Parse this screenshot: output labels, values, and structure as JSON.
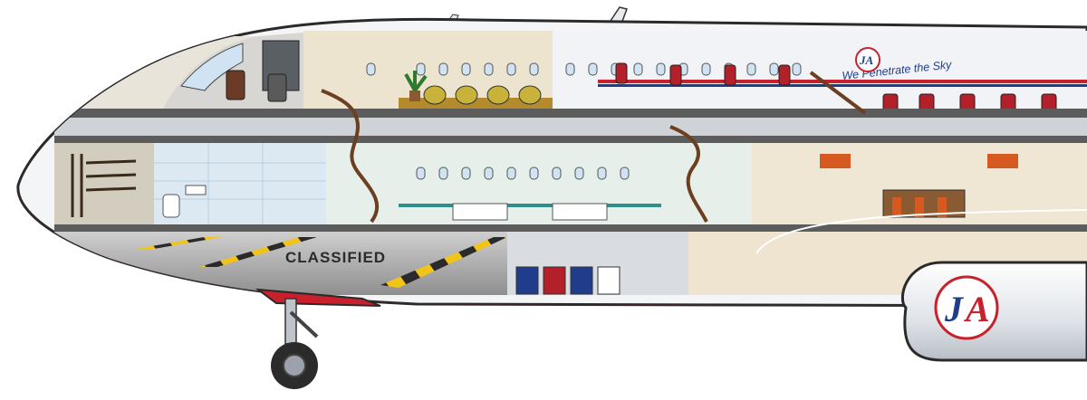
{
  "airline": {
    "logo_letters": "JA",
    "logo_letter_j": "J",
    "logo_letter_a": "A",
    "tagline": "We Penetrate the Sky"
  },
  "hold": {
    "label": "CLASSIFIED"
  },
  "colors": {
    "fuselage_white": "#f4f5f7",
    "belly_red": "#c8202c",
    "stripe_blue": "#1f3d8a",
    "wood": "#8a5a32",
    "seat_red": "#b3202a",
    "hazard_yellow": "#f2c417",
    "window_blue": "#cfe3f2",
    "floor_grey": "#9a9a9a"
  },
  "icons": {
    "logo": "ja-logo-icon",
    "weapons": "rifle-icon",
    "plant": "potted-plant-icon",
    "stairs": "spiral-staircase-icon",
    "wheel": "landing-gear-wheel-icon"
  }
}
